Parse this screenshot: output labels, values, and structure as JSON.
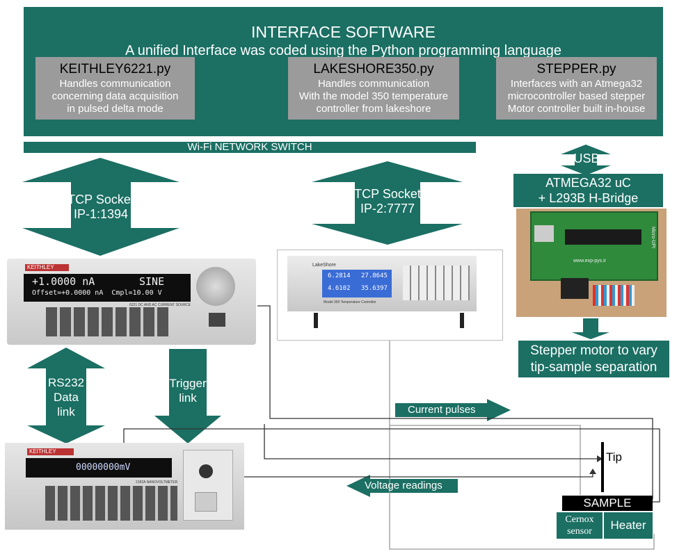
{
  "banner": {
    "title": "INTERFACE SOFTWARE",
    "subtitle": "A unified Interface was coded using the Python programming language"
  },
  "modules": [
    {
      "name": "KEITHLEY6221.py",
      "lines": [
        "Handles communication",
        "concerning data acquisition",
        "in pulsed delta mode"
      ]
    },
    {
      "name": "LAKESHORE350.py",
      "lines": [
        "Handles communication",
        "With the model 350 temperature",
        "controller from lakeshore"
      ]
    },
    {
      "name": "STEPPER.py",
      "lines": [
        "Interfaces with an Atmega32",
        "microcontroller based stepper",
        "Motor controller built in-house"
      ]
    }
  ],
  "network": {
    "label": "Wi-Fi NETWORK SWITCH"
  },
  "links": {
    "tcp1": [
      "TCP Socket",
      "IP-1:1394"
    ],
    "tcp2": [
      "TCP Socket",
      "IP-2:7777"
    ],
    "usb": "USB",
    "rs232": [
      "RS232",
      "Data",
      "link"
    ],
    "trigger": [
      "Trigger",
      "link"
    ]
  },
  "atmega": {
    "lines": [
      "ATMEGA32 uC",
      "+ L293B H-Bridge"
    ]
  },
  "stepper": {
    "lines": [
      "Stepper motor to vary",
      "tip-sample separation"
    ]
  },
  "signals": {
    "current": "Current pulses",
    "voltage": "Voltage readings"
  },
  "sample": {
    "tip": "Tip",
    "label": "SAMPLE",
    "cernox": [
      "Cernox",
      "sensor"
    ],
    "heater": "Heater"
  },
  "devices": {
    "keithley6221": {
      "brand": "KEITHLEY",
      "display_line1": "+1.0000 nA",
      "display_mode": "SINE",
      "display_line2": "Offset=+0.0000 nA  Cmpl=10.00 V",
      "model": "6221 DC AND AC CURRENT SOURCE"
    },
    "lakeshore": {
      "brand": "LakeShore",
      "model": "Model 350 Temperature Controller",
      "readings": [
        "6.2814",
        "27.8645",
        "4.6102",
        "35.6397"
      ]
    },
    "keithley2182": {
      "brand": "KEITHLEY",
      "display": "00000000mV",
      "model": "2182A NANOVOLTMETER"
    },
    "board": {
      "site": "www.exp-pys.ir",
      "ic": "Micro-UPI"
    }
  },
  "colors": {
    "teal": "#1b6f63",
    "gray": "#9b9b9b",
    "black": "#000000"
  }
}
